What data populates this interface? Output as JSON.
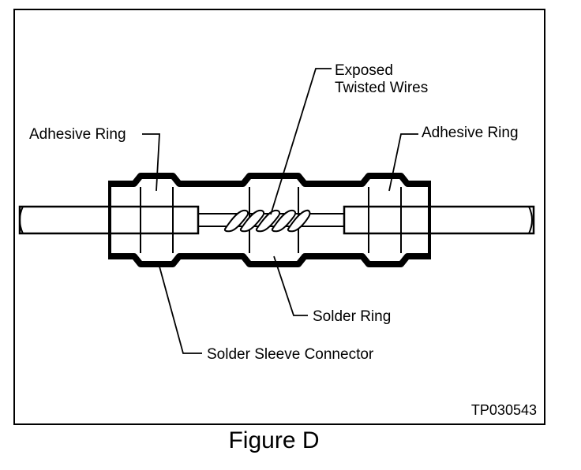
{
  "labels": {
    "exposed_line1": "Exposed",
    "exposed_line2": "Twisted Wires",
    "adhesive_left": "Adhesive Ring",
    "adhesive_right": "Adhesive Ring",
    "solder_ring": "Solder Ring",
    "solder_sleeve": "Solder Sleeve Connector"
  },
  "figure_code": "TP030543",
  "caption": "Figure D",
  "colors": {
    "line": "#000000",
    "background": "#ffffff"
  }
}
